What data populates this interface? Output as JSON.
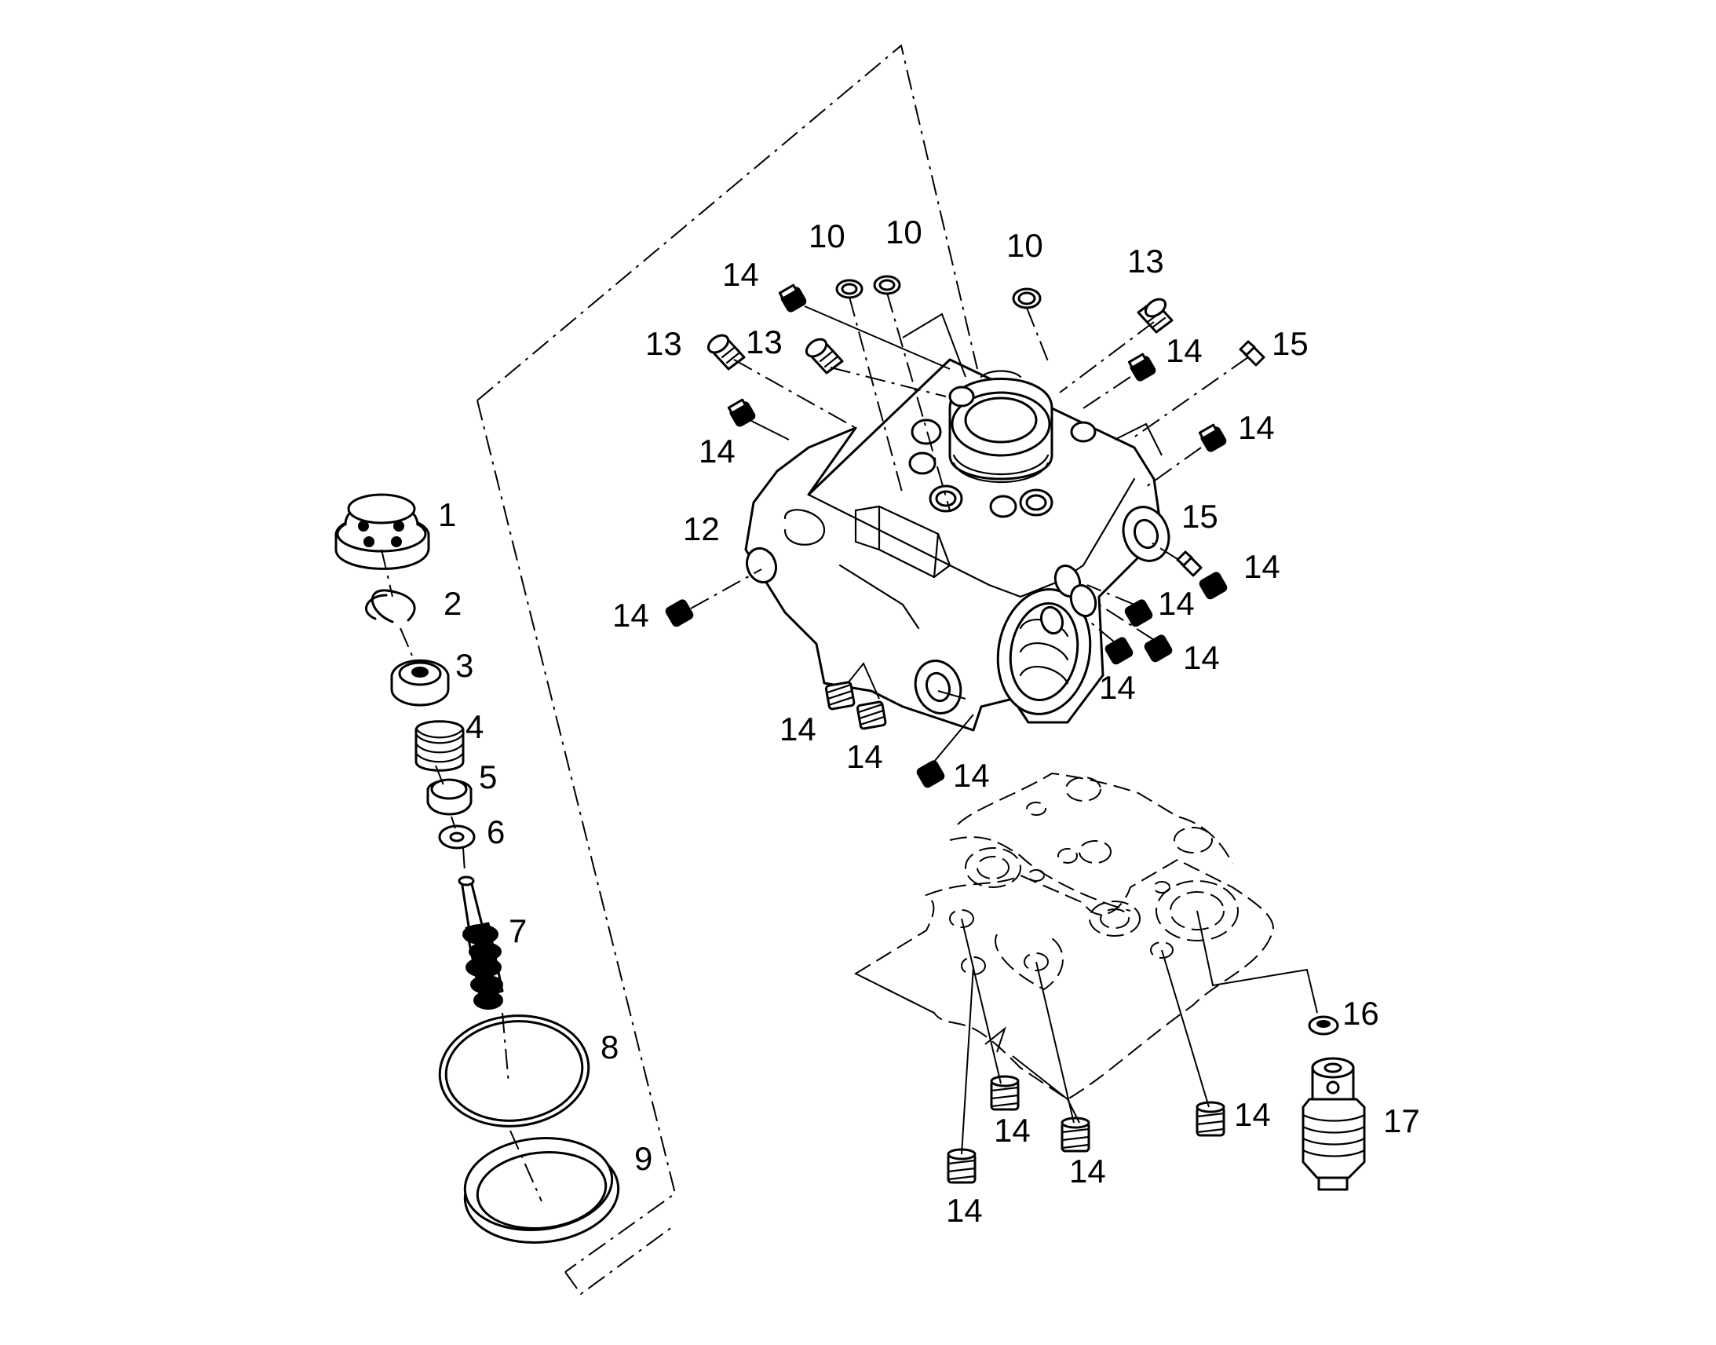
{
  "diagram": {
    "callouts": [
      "1",
      "2",
      "3",
      "4",
      "5",
      "6",
      "7",
      "8",
      "9",
      "10",
      "10",
      "10",
      "12",
      "13",
      "13",
      "13",
      "14",
      "15",
      "15",
      "16",
      "17"
    ]
  }
}
